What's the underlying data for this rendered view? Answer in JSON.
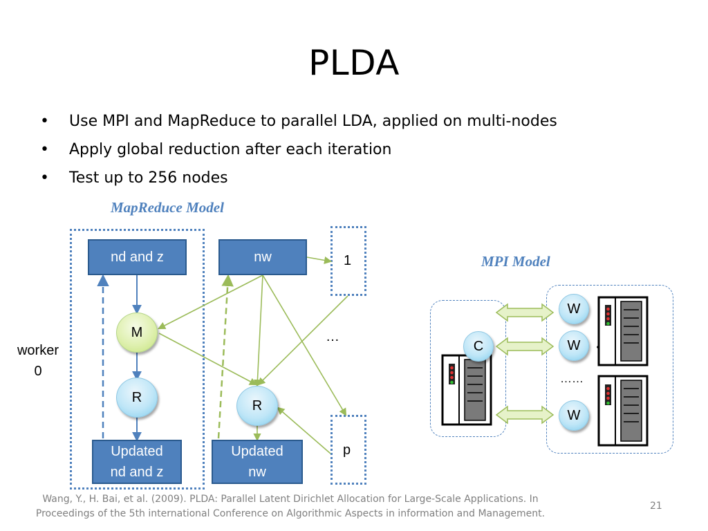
{
  "title": "PLDA",
  "bullets": [
    "Use MPI and MapReduce to parallel LDA, applied on multi-nodes",
    "Apply global reduction after each iteration",
    "Test up to 256 nodes"
  ],
  "mapreduce": {
    "label": "MapReduce Model",
    "nd_z": "nd and z",
    "nw": "nw",
    "m": "M",
    "r_left": "R",
    "r_right": "R",
    "updated_ndz_1": "Updated",
    "updated_ndz_2": "nd and z",
    "updated_nw_1": "Updated",
    "updated_nw_2": "nw",
    "part_1": "1",
    "ellipsis": "…",
    "part_p": "p",
    "worker_1": "worker",
    "worker_2": "0"
  },
  "mpi": {
    "label": "MPI Model",
    "c": "C",
    "w1": "W",
    "w2": "W",
    "w3": "W",
    "dots": "……"
  },
  "citation": {
    "line1": "Wang, Y., H. Bai, et al. (2009). PLDA: Parallel Latent Dirichlet Allocation for Large-Scale Applications. In",
    "line2": "Proceedings of the 5th international Conference on Algorithmic Aspects in information and Management."
  },
  "page_number": "21",
  "colors": {
    "blue": "#4f81bd",
    "green_arrow": "#9bbb59",
    "circle_blue": "#bfe6f7",
    "circle_green": "#dff0b0",
    "citation_gray": "#7f7f7f"
  }
}
